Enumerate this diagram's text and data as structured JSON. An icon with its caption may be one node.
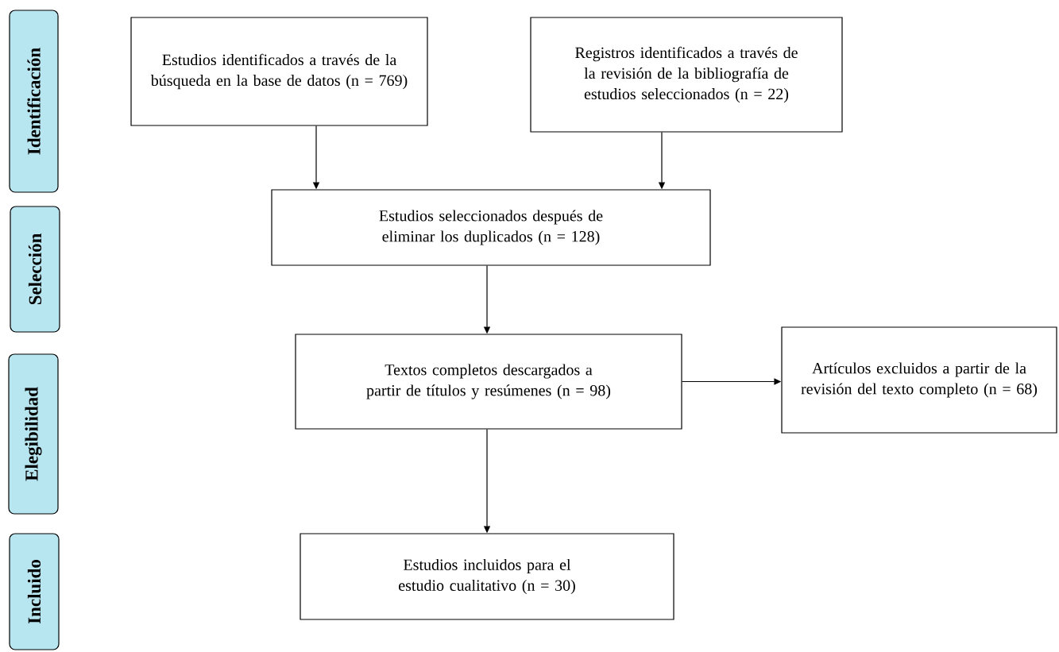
{
  "diagram": {
    "nodes": [
      {
        "text": [
          "Identificación"
        ]
      },
      {
        "text": [
          "Selección"
        ]
      },
      {
        "text": [
          "Elegibilidad"
        ]
      },
      {
        "text": [
          "Incluido"
        ]
      },
      {
        "text": [
          "Estudios identificados a través de la búsqueda en la base de datos (n = 769)"
        ]
      },
      {
        "text": [
          "Registros identificados a través de la revisión de la bibliografía de estudios seleccionados (n = 22)"
        ]
      },
      {
        "text": [
          "Estudios seleccionados después de eliminar los duplicados (n = 128)"
        ]
      },
      {
        "text": [
          "Textos completos descargados a partir de títulos y resúmenes (n = 98)"
        ]
      },
      {
        "text": [
          "Artículos excluidos a partir de la revisión del texto completo (n = 68)"
        ]
      },
      {
        "text": [
          "Estudios incluidos para el estudio cualitativo (n = 30)"
        ]
      }
    ],
    "edges": [
      {
        "from": 4,
        "to": 6,
        "arrow": "to"
      },
      {
        "from": 5,
        "to": 6,
        "arrow": "to"
      },
      {
        "from": 6,
        "to": 7,
        "arrow": "to"
      },
      {
        "from": 7,
        "to": 8,
        "arrow": "to"
      },
      {
        "from": 7,
        "to": 9,
        "arrow": "to"
      }
    ]
  }
}
